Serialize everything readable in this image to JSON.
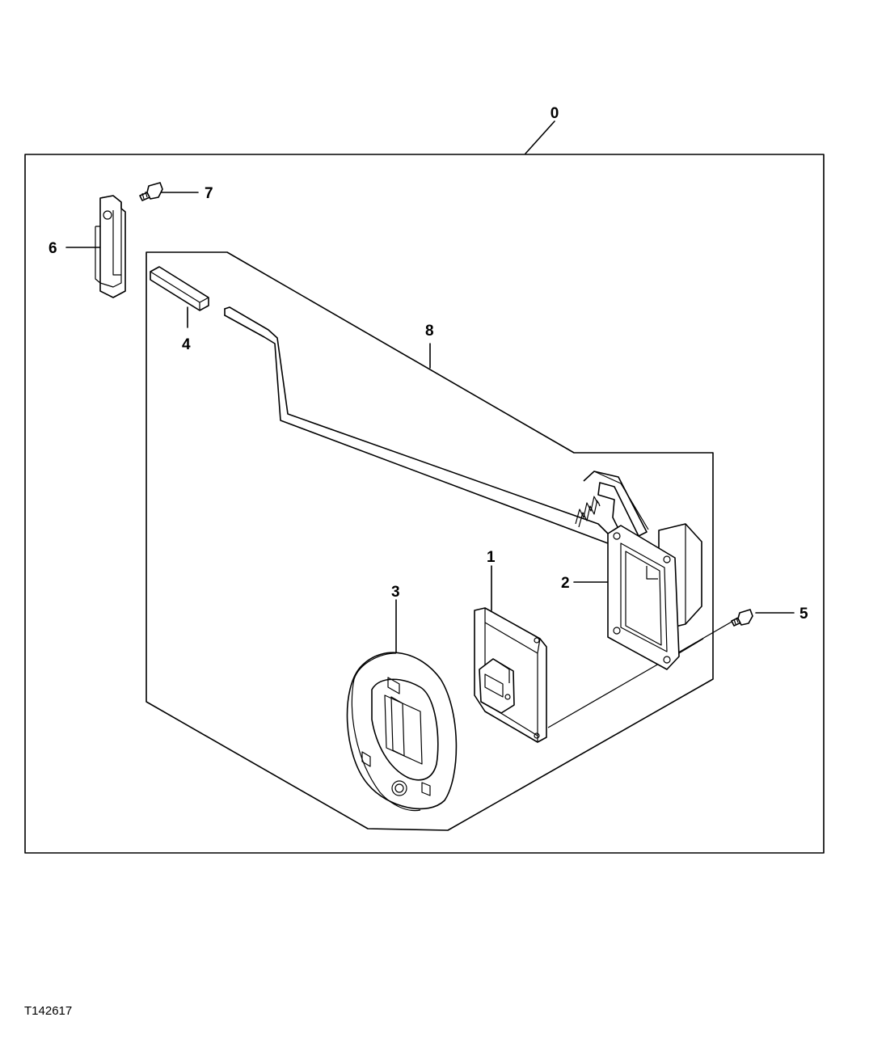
{
  "callouts": {
    "c0": "0",
    "c1": "1",
    "c2": "2",
    "c3": "3",
    "c4": "4",
    "c5": "5",
    "c6": "6",
    "c7": "7",
    "c8": "8"
  },
  "figure_id": "T142617"
}
